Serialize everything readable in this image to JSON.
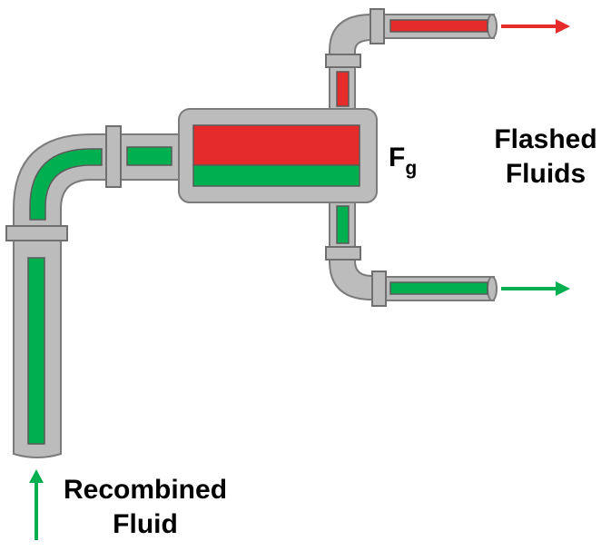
{
  "labels": {
    "symbol_main": "F",
    "symbol_sub": "g",
    "outlet_line1": "Flashed",
    "outlet_line2": "Fluids",
    "inlet_line1": "Recombined",
    "inlet_line2": "Fluid"
  },
  "colors": {
    "pipe": "#bcbcbc",
    "pipe_stroke": "#7b7b7b",
    "liquid": "#00b050",
    "gas": "#e62b2b",
    "text": "#000000"
  },
  "icons": [
    "up-arrow-icon",
    "right-arrow-icon"
  ]
}
